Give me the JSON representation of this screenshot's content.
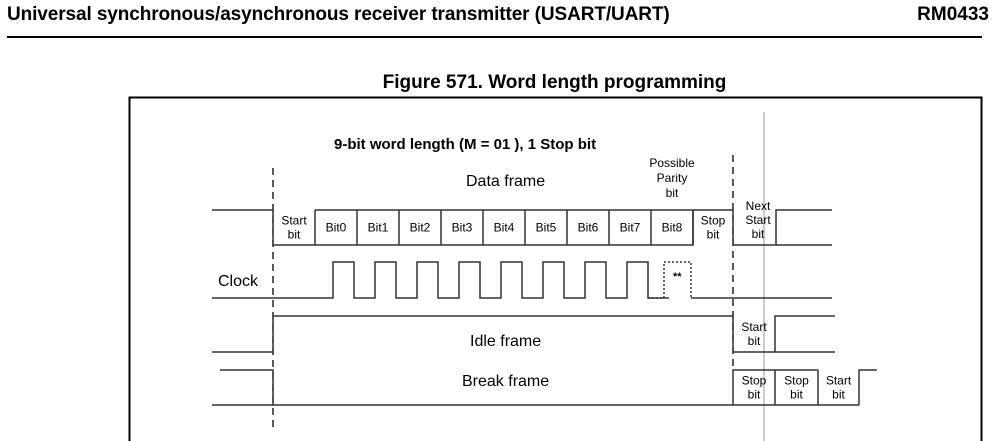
{
  "header": {
    "title": "Universal synchronous/asynchronous receiver transmitter (USART/UART)",
    "doc_ref": "RM0433"
  },
  "figure": {
    "title": "Figure 571. Word length programming",
    "subtitle": "9-bit word length (M = 01 ), 1 Stop bit",
    "data_frame_label": "Data frame",
    "parity_note": [
      "Possible",
      "Parity",
      "bit"
    ],
    "clock_label": "Clock",
    "clock_extra_marker": "**",
    "idle_frame_label": "Idle frame",
    "break_frame_label": "Break frame",
    "data_cells": [
      {
        "lines": [
          "Start",
          "bit"
        ]
      },
      {
        "lines": [
          "Bit0"
        ]
      },
      {
        "lines": [
          "Bit1"
        ]
      },
      {
        "lines": [
          "Bit2"
        ]
      },
      {
        "lines": [
          "Bit3"
        ]
      },
      {
        "lines": [
          "Bit4"
        ]
      },
      {
        "lines": [
          "Bit5"
        ]
      },
      {
        "lines": [
          "Bit6"
        ]
      },
      {
        "lines": [
          "Bit7"
        ]
      },
      {
        "lines": [
          "Bit8"
        ]
      },
      {
        "lines": [
          "Stop",
          "bit"
        ]
      }
    ],
    "next_start_label": [
      "Next",
      "Start",
      "bit"
    ],
    "idle_start_label": [
      "Start",
      "bit"
    ],
    "break_tail_cells": [
      {
        "lines": [
          "Stop",
          "bit"
        ]
      },
      {
        "lines": [
          "Stop",
          "bit"
        ]
      },
      {
        "lines": [
          "Start",
          "bit"
        ]
      }
    ],
    "clock_pulses": 8,
    "clock_optional_pulses": 1
  }
}
